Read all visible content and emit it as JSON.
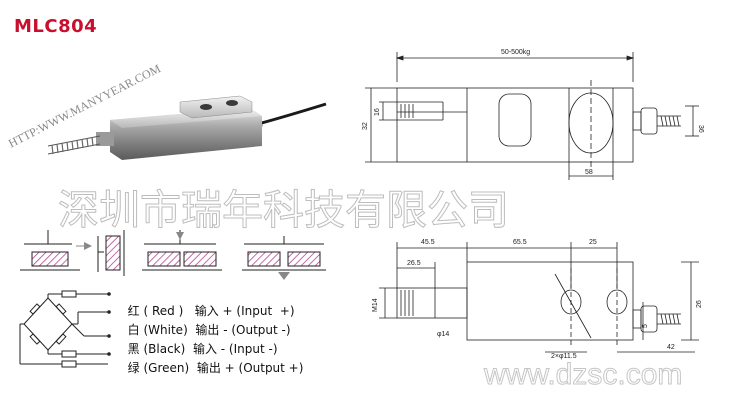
{
  "title": "MLC804",
  "url_watermark": "HTTP:WWW.MANYYEAR.COM",
  "company_watermark": "深圳市瑞年科技有限公司",
  "site_watermark": "www.dzsc.com",
  "wiring": [
    {
      "color_cn": "红",
      "color_en": "Red",
      "function_cn": "输入 +",
      "function_en": "Input  +"
    },
    {
      "color_cn": "白",
      "color_en": "White",
      "function_cn": "输出 -",
      "function_en": "Output -"
    },
    {
      "color_cn": "黑",
      "color_en": "Black",
      "function_cn": "输入 -",
      "function_en": "Input -"
    },
    {
      "color_cn": "绿",
      "color_en": "Green",
      "function_cn": "输出 +",
      "function_en": "Output +"
    }
  ],
  "drawing_top": {
    "capacity": "50-500kg",
    "dim_16": "16",
    "dim_32": "32",
    "dim_36": "36",
    "dim_58": "58"
  },
  "drawing_bottom": {
    "dim_45_5": "45.5",
    "dim_65_5": "65.5",
    "dim_25": "25",
    "dim_26_5": "26.5",
    "dim_m14": "M14",
    "dim_26": "26",
    "dim_5": "5",
    "dim_phi14": "φ14",
    "dim_42": "42",
    "dim_hole": "2×φ11.5"
  },
  "colors": {
    "title": "#c8102e",
    "hatch": "#b03a8c",
    "line": "#222222"
  }
}
